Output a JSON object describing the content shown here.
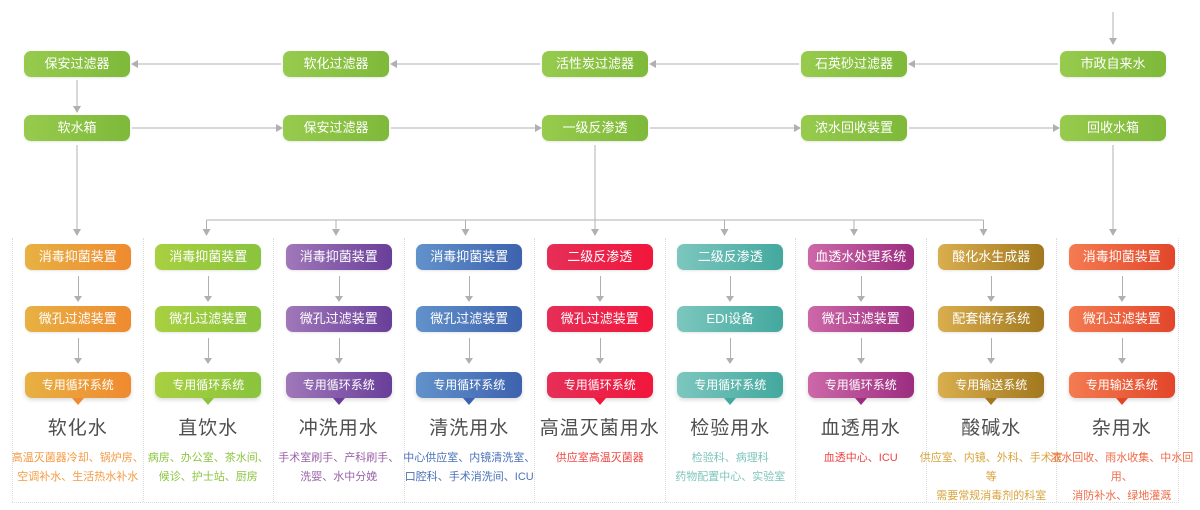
{
  "diagram": {
    "top_row": [
      "保安过滤器",
      "软化过滤器",
      "活性炭过滤器",
      "石英砂过滤器",
      "市政自来水"
    ],
    "second_row": [
      "软水箱",
      "保安过滤器",
      "一级反渗透",
      "浓水回收装置",
      "回收水箱"
    ],
    "node_color_from": "#97cb4d",
    "node_color_to": "#7eb93a",
    "connector_color": "#b0b0b0"
  },
  "columns": [
    {
      "title": "软化水",
      "system": "专用循环系统",
      "steps": [
        "消毒抑菌装置",
        "微孔过滤装置"
      ],
      "desc": "高温灭菌器冷却、锅炉房、\n空调补水、生活热水补水",
      "color_from": "#e7b143",
      "color_to": "#ef8a2f",
      "desc_color": "#f59b44"
    },
    {
      "title": "直饮水",
      "system": "专用循环系统",
      "steps": [
        "消毒抑菌装置",
        "微孔过滤装置"
      ],
      "desc": "病房、办公室、茶水间、\n候诊、护士站、厨房",
      "color_from": "#a8d040",
      "color_to": "#8ac33d",
      "desc_color": "#8cc63f"
    },
    {
      "title": "冲洗用水",
      "system": "专用循环系统",
      "steps": [
        "消毒抑菌装置",
        "微孔过滤装置"
      ],
      "desc": "手术室刷手、产科刷手、\n洗婴、水中分娩",
      "color_from": "#a078b9",
      "color_to": "#693e9a",
      "desc_color": "#9a62a8"
    },
    {
      "title": "清洗用水",
      "system": "专用循环系统",
      "steps": [
        "消毒抑菌装置",
        "微孔过滤装置"
      ],
      "desc": "中心供应室、内镜清洗室、\n口腔科、手术消洗间、ICU",
      "color_from": "#6292cb",
      "color_to": "#3d62ae",
      "desc_color": "#4a72b8"
    },
    {
      "title": "高温灭菌用水",
      "system": "专用循环系统",
      "steps": [
        "二级反渗透",
        "微孔过滤装置"
      ],
      "desc": "供应室高温灭菌器",
      "color_from": "#e52f57",
      "color_to": "#f2163c",
      "desc_color": "#ee4843"
    },
    {
      "title": "检验用水",
      "system": "专用循环系统",
      "steps": [
        "二级反渗透",
        "EDI设备"
      ],
      "desc": "检验科、病理科\n药物配置中心、实验室",
      "color_from": "#7cc7be",
      "color_to": "#43a89e",
      "desc_color": "#7cc5bc"
    },
    {
      "title": "血透用水",
      "system": "专用循环系统",
      "steps": [
        "血透水处理系统",
        "微孔过滤装置"
      ],
      "desc": "血透中心、ICU",
      "color_from": "#cd68a8",
      "color_to": "#9c2d80",
      "desc_color": "#ee4343"
    },
    {
      "title": "酸碱水",
      "system": "专用输送系统",
      "steps": [
        "酸化水生成器",
        "配套储存系统"
      ],
      "desc": "供应室、内镜、外科、手术室等\n需要常规消毒剂的科室",
      "color_from": "#d9ae4e",
      "color_to": "#a2781f",
      "desc_color": "#d8a43e"
    },
    {
      "title": "杂用水",
      "system": "专用输送系统",
      "steps": [
        "消毒抑菌装置",
        "微孔过滤装置"
      ],
      "desc": "浓水回收、雨水收集、中水回用、\n消防补水、绿地灌溉",
      "color_from": "#f47b51",
      "color_to": "#e2462a",
      "desc_color": "#ef6c49"
    }
  ]
}
